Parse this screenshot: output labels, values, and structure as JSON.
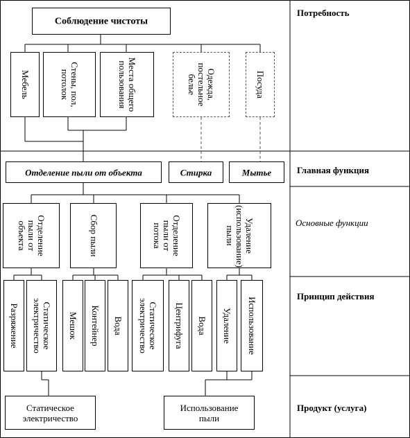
{
  "levels": {
    "need": "Потребность",
    "main_function": "Главная функция",
    "basic_functions": "Основные функции",
    "principle": "Принцип действия",
    "product": "Продукт (услуга)"
  },
  "top": "Соблюдение чистоты",
  "objects": [
    "Мебель",
    "Стены, пол, потолок",
    "Места общего пользования",
    "Одежда, постельное белье",
    "Посуда"
  ],
  "functions": {
    "dust": "Отделение пыли от объекта",
    "wash": "Стирка",
    "dish": "Мытье"
  },
  "basic": [
    "Отделение пыли от объекта",
    "Сбор пыли",
    "Отделение пыли от потока",
    "Удаление (использование) пыли"
  ],
  "principles": [
    "Разряжение",
    "Статическое электричество",
    "Мешок",
    "Контейнер",
    "Вода",
    "Статическое электричество",
    "Центрифуга",
    "Вода",
    "Удаление",
    "Использование"
  ],
  "products": {
    "static": "Статическое электричество",
    "use": "Использование пыли"
  }
}
